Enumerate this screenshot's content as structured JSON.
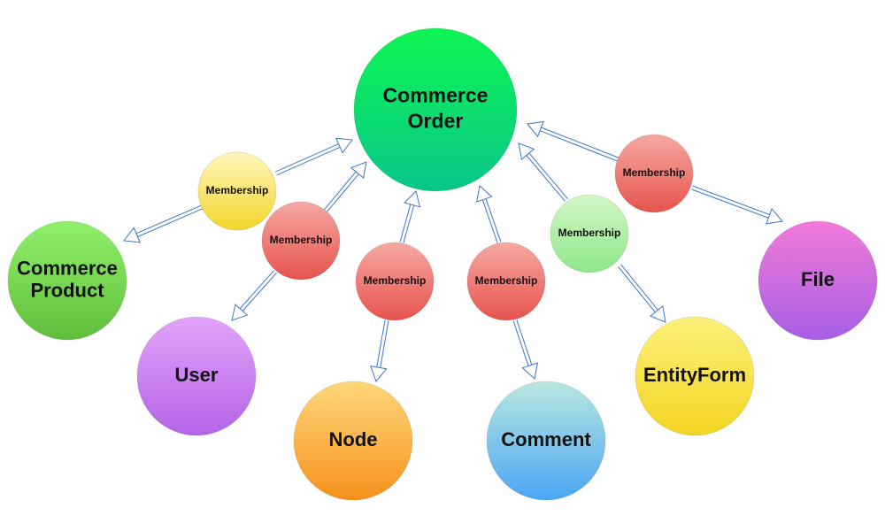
{
  "diagram": {
    "center": {
      "id": "order",
      "lines": [
        "Commerce",
        "Order"
      ],
      "color_top": "#0ef552",
      "color_bottom": "#08c68a"
    },
    "entities": [
      {
        "id": "product",
        "lines": [
          "Commerce",
          "Product"
        ],
        "color_top": "#8ff06b",
        "color_bottom": "#5fbf3c"
      },
      {
        "id": "user",
        "lines": [
          "User"
        ],
        "color_top": "#e3a3fb",
        "color_bottom": "#b464e6"
      },
      {
        "id": "node",
        "lines": [
          "Node"
        ],
        "color_top": "#ffd77a",
        "color_bottom": "#f6911c"
      },
      {
        "id": "comment",
        "lines": [
          "Comment"
        ],
        "color_top": "#b9e7e0",
        "color_bottom": "#4aa6f4"
      },
      {
        "id": "entityform",
        "lines": [
          "EntityForm"
        ],
        "color_top": "#fdf07a",
        "color_bottom": "#f4d522"
      },
      {
        "id": "file",
        "lines": [
          "File"
        ],
        "color_top": "#f17ad8",
        "color_bottom": "#a75ee4"
      }
    ],
    "memberships": [
      {
        "id": "m-product",
        "label": "Membership",
        "color_top": "#fff6bd",
        "color_bottom": "#f3d52a"
      },
      {
        "id": "m-user",
        "label": "Membership",
        "color_top": "#f6a8a2",
        "color_bottom": "#e6544d"
      },
      {
        "id": "m-node",
        "label": "Membership",
        "color_top": "#f6a8a2",
        "color_bottom": "#e6544d"
      },
      {
        "id": "m-comment",
        "label": "Membership",
        "color_top": "#f6a8a2",
        "color_bottom": "#e6544d"
      },
      {
        "id": "m-entityform",
        "label": "Membership",
        "color_top": "#d3f7c6",
        "color_bottom": "#8ee68a"
      },
      {
        "id": "m-file",
        "label": "Membership",
        "color_top": "#f6a8a2",
        "color_bottom": "#e6544d"
      }
    ],
    "connector_color": "#3a78c8"
  }
}
